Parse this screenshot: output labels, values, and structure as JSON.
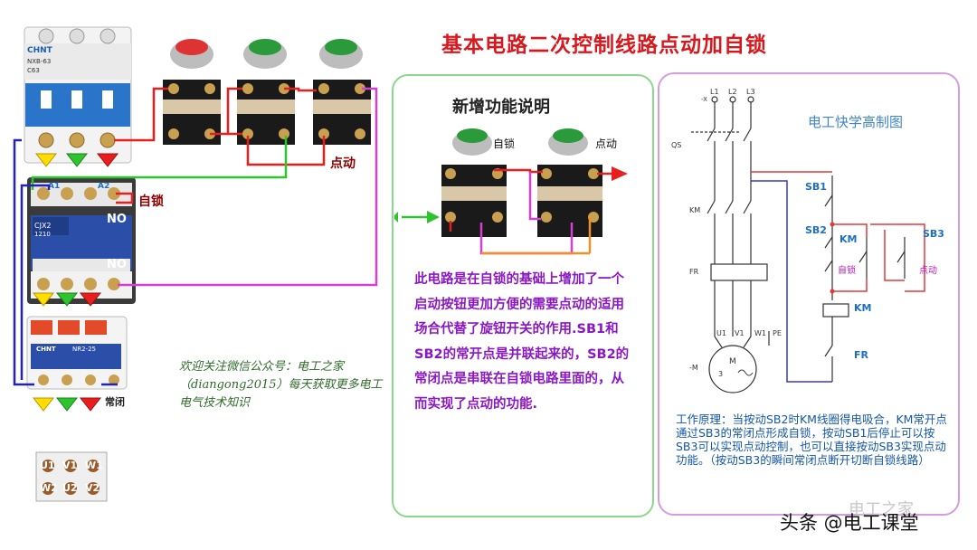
{
  "title": "基本电路二次控制线路点动加自锁",
  "middle_panel": {
    "title": "新增功能说明",
    "label_selflock": "自锁",
    "label_jog": "点动",
    "description": "此电路是在自锁的基础上增加了一个启动按钮更加方便的需要点动的适用场合代替了旋钮开关的作用.SB1和SB2的常开点是并联起来的，SB2的常闭点是串联在自锁电路里面的，从而实现了点动的功能."
  },
  "left_diagram": {
    "breaker_brand": "CHNT",
    "breaker_model": "NXB-63",
    "breaker_rating": "C63",
    "contactor_model": "CJX2",
    "contactor_rating": "1210",
    "relay_brand": "CHNT",
    "relay_model": "NR2-25",
    "no_label_1": "NO",
    "no_label_2": "NO",
    "a1_label": "A1",
    "a2_label": "A2",
    "selflock_label": "自锁",
    "jog_label": "点动",
    "nc_label": "常闭",
    "motor_terminals": [
      "U1",
      "V1",
      "W1",
      "W2",
      "U2",
      "V2"
    ]
  },
  "wechat_note": "欢迎关注微信公众号：电工之家（diangong2015）每天获取更多电工电气技术知识",
  "right_panel": {
    "title": "电工快学高制图",
    "labels": {
      "l1": "L1",
      "l2": "L2",
      "l3": "L3",
      "x": "-X",
      "qs": "QS",
      "km_main": "KM",
      "fr_main": "FR",
      "u1": "U1",
      "v1": "V1",
      "w1": "W1",
      "pe": "PE",
      "motor_m": "-M",
      "motor_center": "M",
      "motor_phase": "3",
      "sb1": "SB1",
      "sb2": "SB2",
      "sb3": "SB3",
      "km_ctrl": "KM",
      "selflock": "自锁",
      "jog": "点动",
      "km_coil": "KM",
      "fr_ctrl": "FR"
    },
    "principle": "工作原理：当按动SB2时KM线圈得电吸合，KM常开点通过SB3的常闭点形成自锁，按动SB1后停止可以按SB3可以实现点动控制，也可以直接按动SB3实现点动功能。（按动SB3的瞬间常闭点断开切断自锁线路）"
  },
  "footer": "头条 @电工课堂",
  "watermark": "电工之家"
}
